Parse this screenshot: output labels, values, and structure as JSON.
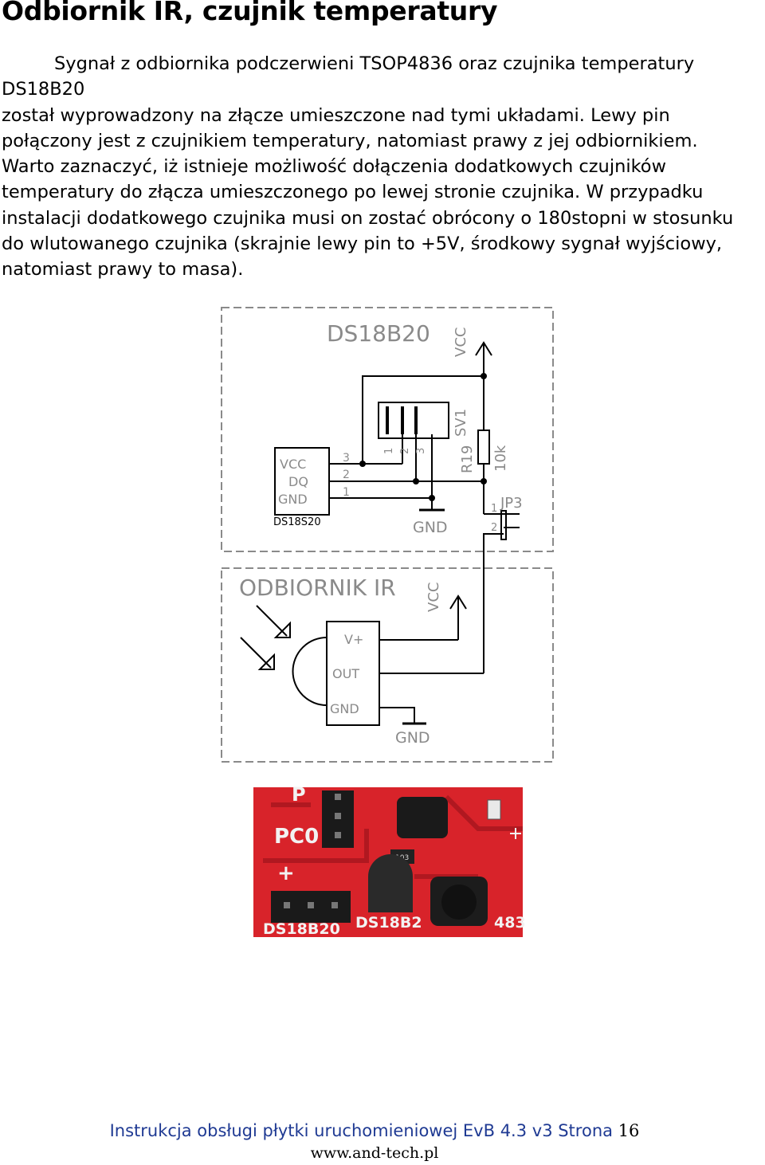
{
  "heading": "Odbiornik IR, czujnik temperatury",
  "paragraph": {
    "lines": [
      "Sygnał z odbiornika podczerwieni TSOP4836 oraz czujnika temperatury",
      "DS18B20",
      "został wyprowadzony na złącze umieszczone nad tymi układami. Lewy pin",
      "połączony jest z czujnikiem temperatury, natomiast prawy z jej odbiornikiem.",
      "Warto zaznaczyć, iż istnieje możliwość dołączenia dodatkowych czujników",
      "temperatury do złącza umieszczonego po lewej stronie czujnika. W przypadku",
      "instalacji dodatkowego czujnika musi on zostać obrócony o 180stopni w stosunku",
      "do wlutowanego czujnika (skrajnie lewy pin to  +5V, środkowy sygnał wyjściowy,",
      "natomiast prawy to masa)."
    ]
  },
  "schematic": {
    "ds_block": {
      "title": "DS18B20",
      "vcc_label": "VCC",
      "chip_pins": [
        "VCC",
        "DQ",
        "GND"
      ],
      "chip_pin_numbers": [
        "3",
        "2",
        "1"
      ],
      "chip_part": "DS18S20",
      "header_pin_numbers": [
        "1",
        "2",
        "3"
      ],
      "header_name": "SV1",
      "resistor_name": "R19",
      "resistor_value": "10k",
      "jumper_name": "JP3",
      "jumper_pins": [
        "1",
        "2"
      ],
      "gnd_label": "GND"
    },
    "ir_block": {
      "title": "ODBIORNIK IR",
      "vcc_label": "VCC",
      "pins": [
        "V+",
        "OUT",
        "GND"
      ],
      "gnd_label": "GND"
    }
  },
  "photo": {
    "labels": [
      "P",
      "PC0",
      "+",
      "DS18B20",
      "DS18B2",
      "483",
      "103"
    ],
    "colors": {
      "board": "#d8232a",
      "silkscreen": "#f2f2f2"
    }
  },
  "footer": {
    "title": "Instrukcja obsługi płytki uruchomieniowej EvB 4.3 v3  Strona",
    "page": "16",
    "url": "www.and-tech.pl"
  }
}
